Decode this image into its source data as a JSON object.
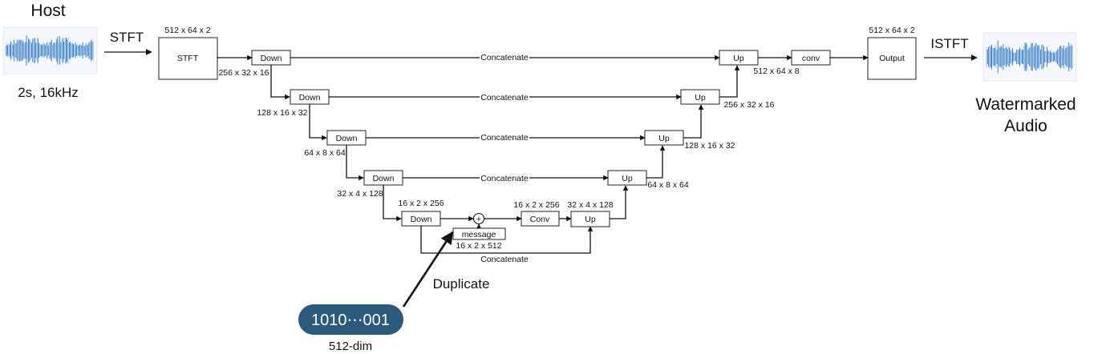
{
  "host": {
    "title": "Host",
    "caption": "2s, 16kHz"
  },
  "stft_arrow_label": "STFT",
  "istft_arrow_label": "ISTFT",
  "output_audio": {
    "line1": "Watermarked",
    "line2": "Audio"
  },
  "input_dims": "512 x 64 x 2",
  "output_dims": "512 x 64 x 2",
  "blocks": {
    "stft": "STFT",
    "down": "Down",
    "up": "Up",
    "conv_lower": "conv",
    "conv_upper": "Conv",
    "output": "Output",
    "message": "message"
  },
  "skip_label": "Concatenate",
  "dims": {
    "d1": "256 x 32 x 16",
    "d2": "128 x 16 x 32",
    "d3": "64 x 8 x 64",
    "d4": "32 x 4 x 128",
    "bottleneck": "16 x 2 x 256",
    "conv_out": "16 x 2 x 256",
    "up5_in": "32 x 4 x 128",
    "message": "16 x 2 x 512",
    "u4": "64 x 8 x 64",
    "u3": "128 x 16 x 32",
    "u2": "256 x 32 x 16",
    "u1": "512 x 64 x 8"
  },
  "duplicate_label": "Duplicate",
  "bits": {
    "text": "1010⋯001",
    "caption": "512-dim",
    "color": "#2c5a7c"
  },
  "colors": {
    "wave": "#3d7fc4",
    "wave_light": "#9fc3e8"
  }
}
